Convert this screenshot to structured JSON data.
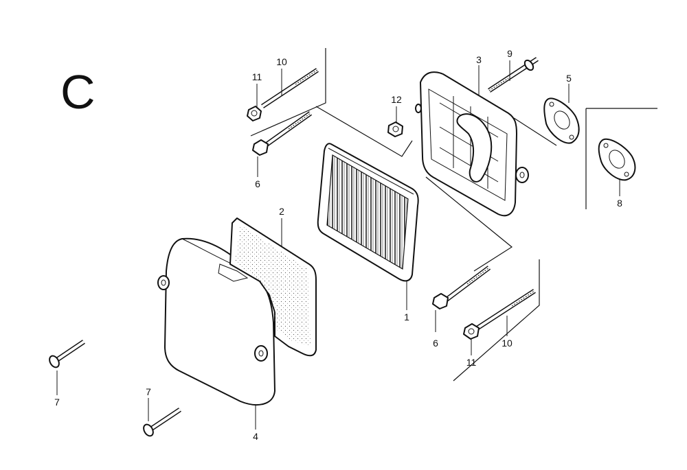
{
  "section": "C",
  "callouts": [
    "1",
    "2",
    "3",
    "4",
    "5",
    "6",
    "6",
    "7",
    "7",
    "8",
    "9",
    "10",
    "10",
    "11",
    "11",
    "12"
  ]
}
